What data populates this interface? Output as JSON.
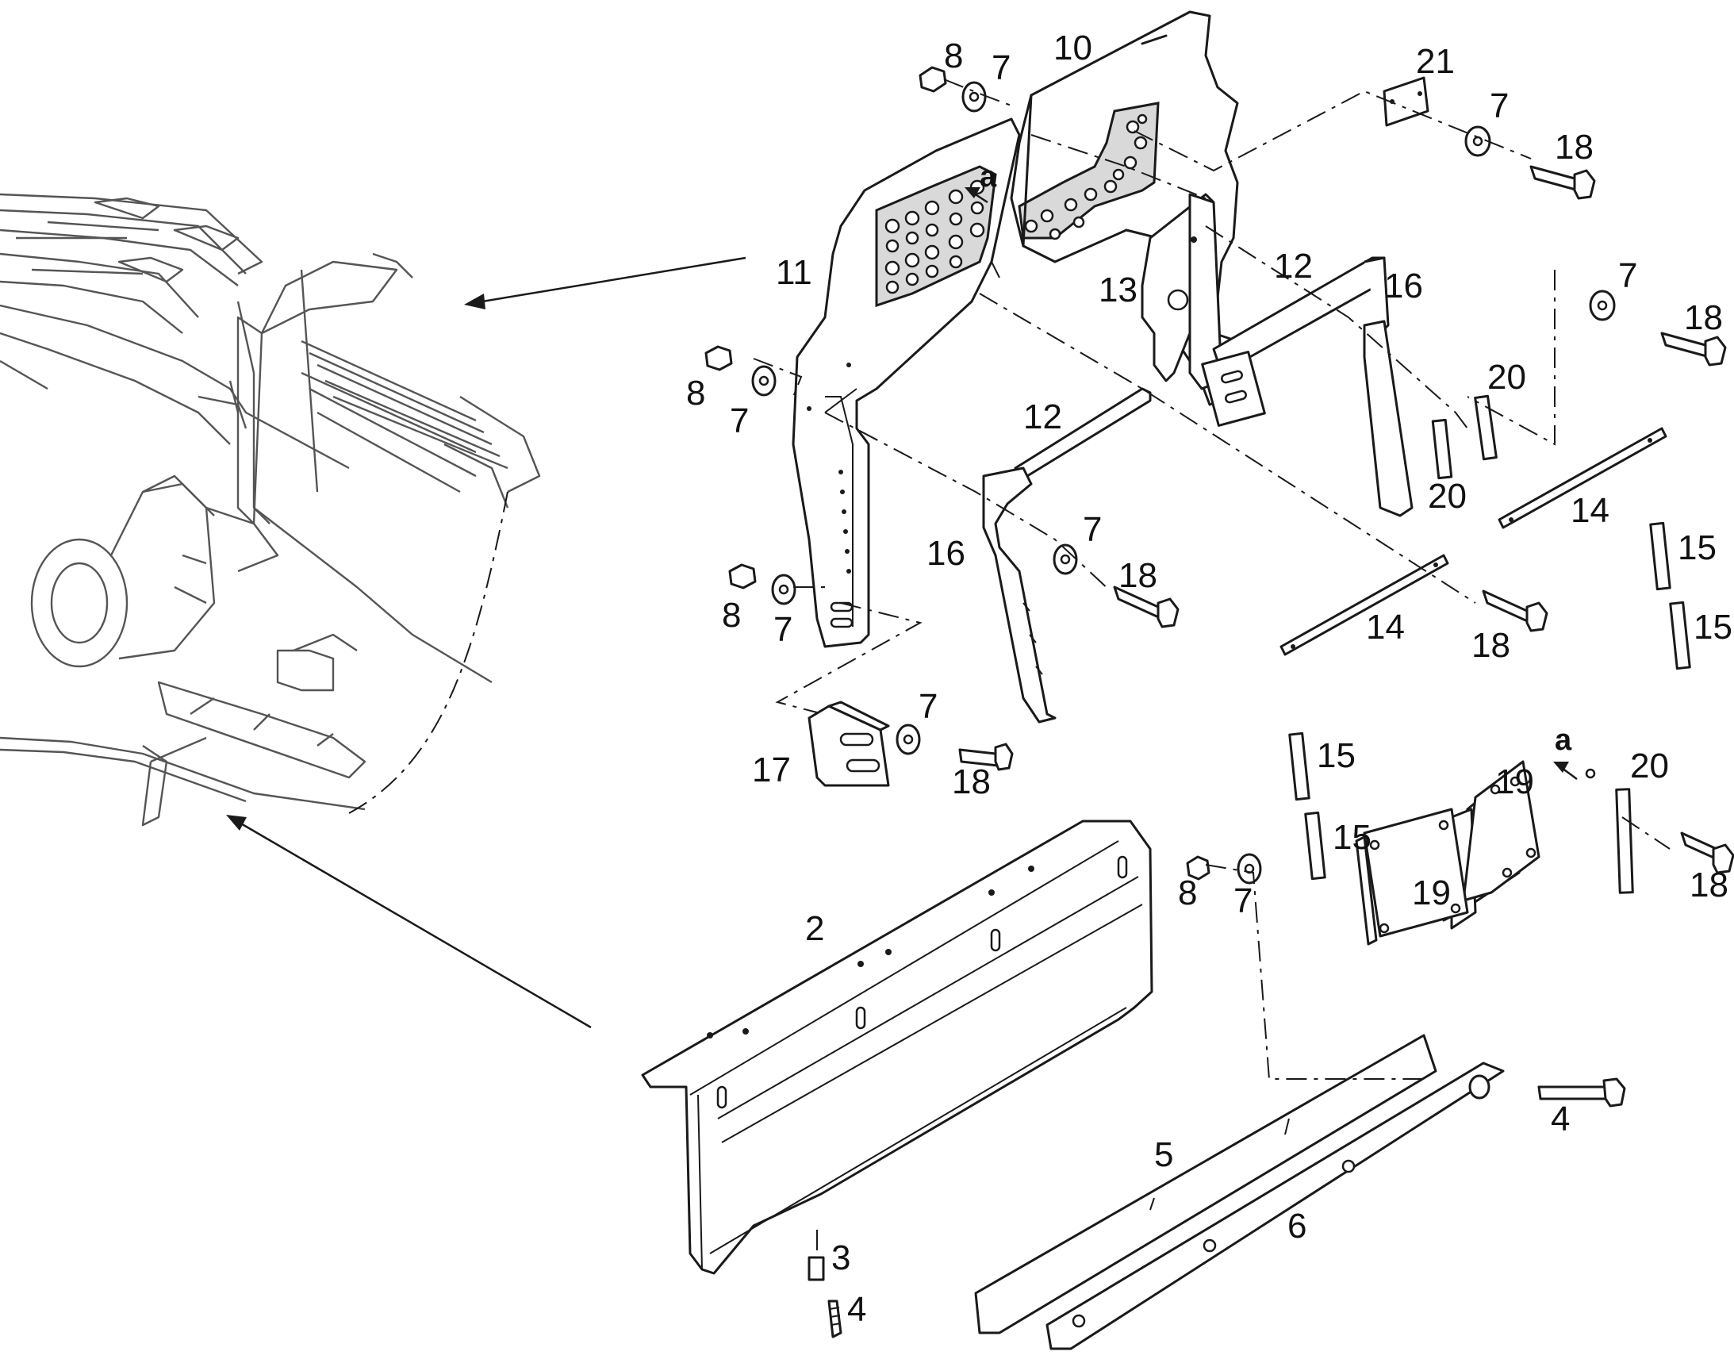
{
  "diagram": {
    "callouts": [
      {
        "id": "c10",
        "text": "10"
      },
      {
        "id": "c11",
        "text": "11"
      },
      {
        "id": "c8a",
        "text": "8"
      },
      {
        "id": "c7a",
        "text": "7"
      },
      {
        "id": "c21",
        "text": "21"
      },
      {
        "id": "c7b",
        "text": "7"
      },
      {
        "id": "c18a",
        "text": "18"
      },
      {
        "id": "c12a",
        "text": "12"
      },
      {
        "id": "c16a",
        "text": "16"
      },
      {
        "id": "c13",
        "text": "13"
      },
      {
        "id": "c7c",
        "text": "7"
      },
      {
        "id": "c18b",
        "text": "18"
      },
      {
        "id": "c8b",
        "text": "8"
      },
      {
        "id": "c7d",
        "text": "7"
      },
      {
        "id": "c20a",
        "text": "20"
      },
      {
        "id": "c12b",
        "text": "12"
      },
      {
        "id": "c20b",
        "text": "20"
      },
      {
        "id": "c14a",
        "text": "14"
      },
      {
        "id": "c16b",
        "text": "16"
      },
      {
        "id": "c7e",
        "text": "7"
      },
      {
        "id": "c18c",
        "text": "18"
      },
      {
        "id": "c15a",
        "text": "15"
      },
      {
        "id": "c8c",
        "text": "8"
      },
      {
        "id": "c7f",
        "text": "7"
      },
      {
        "id": "c14b",
        "text": "14"
      },
      {
        "id": "c18d",
        "text": "18"
      },
      {
        "id": "c15b",
        "text": "15"
      },
      {
        "id": "c7g",
        "text": "7"
      },
      {
        "id": "c17",
        "text": "17"
      },
      {
        "id": "c18e",
        "text": "18"
      },
      {
        "id": "c15c",
        "text": "15"
      },
      {
        "id": "ca1",
        "text": "a"
      },
      {
        "id": "c20c",
        "text": "20"
      },
      {
        "id": "c19a",
        "text": "19"
      },
      {
        "id": "c15d",
        "text": "15"
      },
      {
        "id": "c2",
        "text": "2"
      },
      {
        "id": "c8d",
        "text": "8"
      },
      {
        "id": "c7h",
        "text": "7"
      },
      {
        "id": "c19b",
        "text": "19"
      },
      {
        "id": "c18f",
        "text": "18"
      },
      {
        "id": "c4a",
        "text": "4"
      },
      {
        "id": "c5",
        "text": "5"
      },
      {
        "id": "c6",
        "text": "6"
      },
      {
        "id": "c3",
        "text": "3"
      },
      {
        "id": "c4b",
        "text": "4"
      },
      {
        "id": "ca2",
        "text": "a"
      }
    ]
  }
}
